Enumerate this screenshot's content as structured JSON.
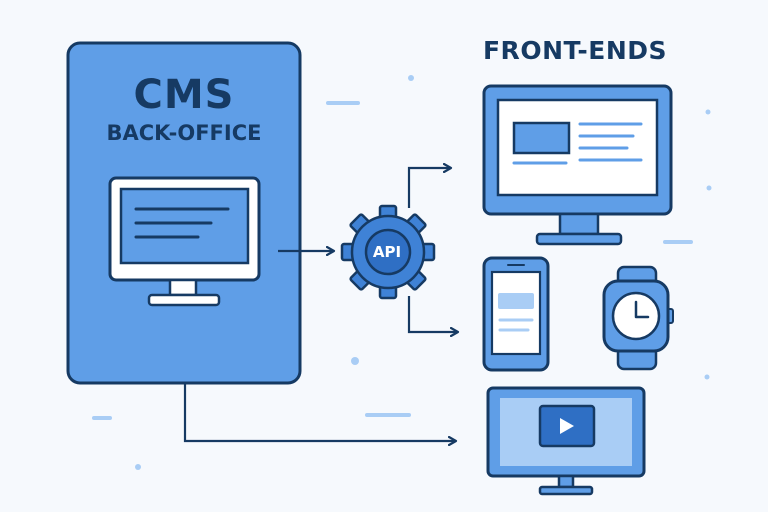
{
  "cms": {
    "title": "CMS",
    "subtitle": "BACK-OFFICE"
  },
  "front_ends": {
    "title": "FRONT-ENDS",
    "devices": [
      "desktop-monitor",
      "smartphone",
      "smartwatch",
      "smart-tv"
    ]
  },
  "api": {
    "label": "API",
    "icon": "gear-icon"
  },
  "colors": {
    "outline": "#163a63",
    "panel_fill": "#5f9ee7",
    "light_fill": "#a9cdf5",
    "dark_accent": "#2f6fc4",
    "screen_fill": "#ffffff",
    "background": "#f6f9fd"
  }
}
